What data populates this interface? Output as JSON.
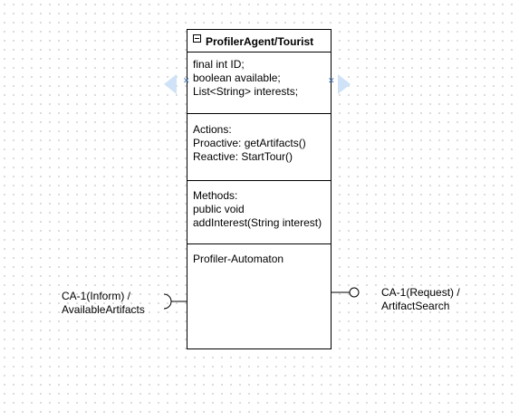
{
  "class_box": {
    "title": "ProfilerAgent/Tourist",
    "attributes": [
      "final int ID;",
      "boolean available;",
      "List<String> interests;"
    ],
    "actions": [
      "Actions:",
      "Proactive: getArtifacts()",
      "Reactive: StartTour()"
    ],
    "methods": [
      "Methods:",
      "public void",
      "addInterest(String interest)"
    ],
    "automaton": [
      "Profiler-Automaton"
    ]
  },
  "ports": {
    "required": {
      "line1": "CA-1(Inform) /",
      "line2": "AvailableArtifacts"
    },
    "provided": {
      "line1": "CA-1(Request) /",
      "line2": "ArtifactSearch"
    }
  },
  "colors": {
    "selection_handle": "#cfe2f7",
    "selection_x": "#3d6db4",
    "grid_dot": "#d3d3d3"
  }
}
